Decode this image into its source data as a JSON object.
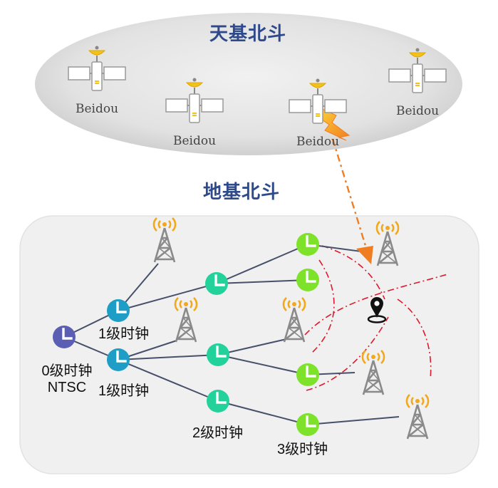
{
  "space_title": "天基北斗",
  "ground_title": "地基北斗",
  "satellite_label": "Beidou",
  "clock_levels": {
    "level0": "0级时钟",
    "level0_source": "NTSC",
    "level1": "1级时钟",
    "level2": "2级时钟",
    "level3": "3级时钟"
  },
  "colors": {
    "title": "#2f4a8a",
    "level0_clock": "#5b5fb4",
    "level1_clock": "#1e9ec6",
    "level2_clock": "#22d29a",
    "level3_clock": "#7ee12a",
    "tower": "#8a8a8a",
    "tower_signal": "#f2a81d",
    "link": "#47506a",
    "satellite_link": "#f07d22",
    "coverage": "#e0182b"
  }
}
